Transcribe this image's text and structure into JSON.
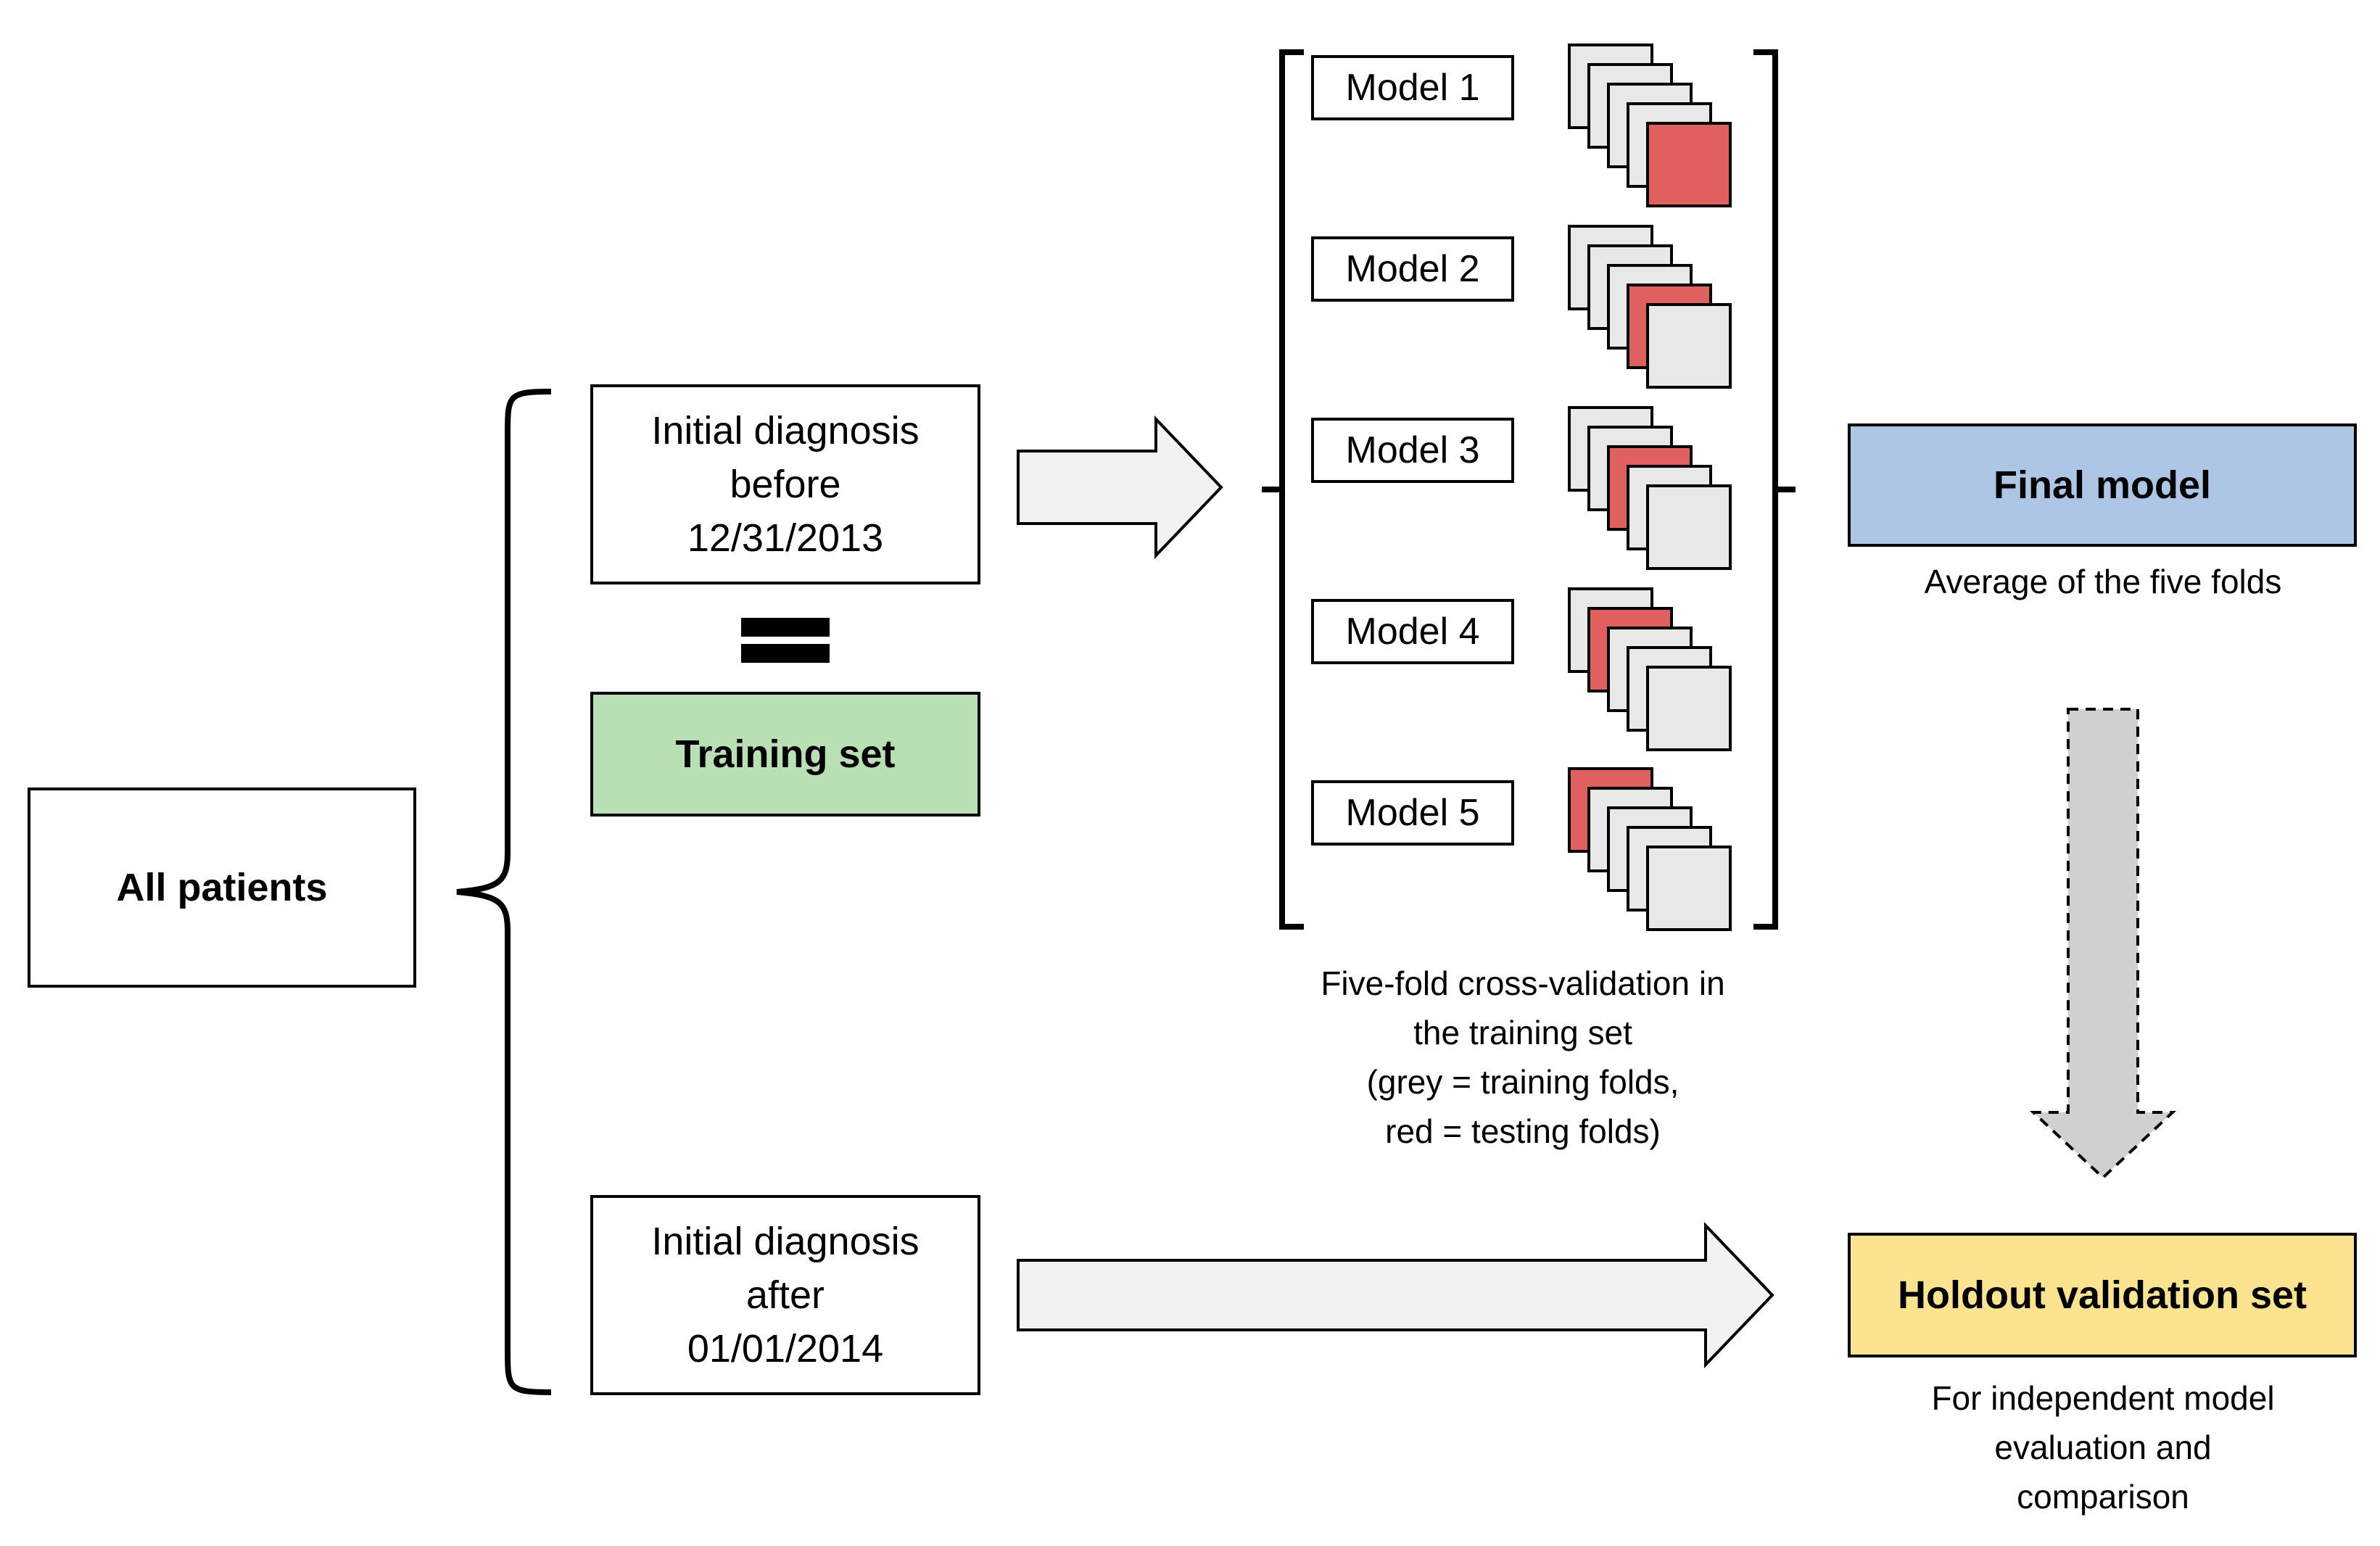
{
  "all_patients": {
    "label": "All patients"
  },
  "before_box": {
    "lines": [
      "Initial diagnosis",
      "before",
      "12/31/2013"
    ]
  },
  "training_set": {
    "label": "Training set",
    "color": "#b8e0b4"
  },
  "after_box": {
    "lines": [
      "Initial diagnosis",
      "after",
      "01/01/2014"
    ]
  },
  "models": [
    {
      "label": "Model 1",
      "test_fold": 5
    },
    {
      "label": "Model 2",
      "test_fold": 4
    },
    {
      "label": "Model 3",
      "test_fold": 3
    },
    {
      "label": "Model 4",
      "test_fold": 2
    },
    {
      "label": "Model 5",
      "test_fold": 1
    }
  ],
  "fold_colors": {
    "training": "#e8e8e8",
    "testing": "#e06060"
  },
  "cv_caption": {
    "lines": [
      "Five-fold cross-validation in",
      "the training set",
      "(grey = training folds,",
      "red = testing folds)"
    ]
  },
  "final_model": {
    "label": "Final model",
    "caption": "Average of the five folds",
    "color": "#adc6e6"
  },
  "holdout": {
    "label": "Holdout validation set",
    "color": "#fbe38f",
    "caption": [
      "For independent model",
      "evaluation and",
      "comparison"
    ]
  }
}
